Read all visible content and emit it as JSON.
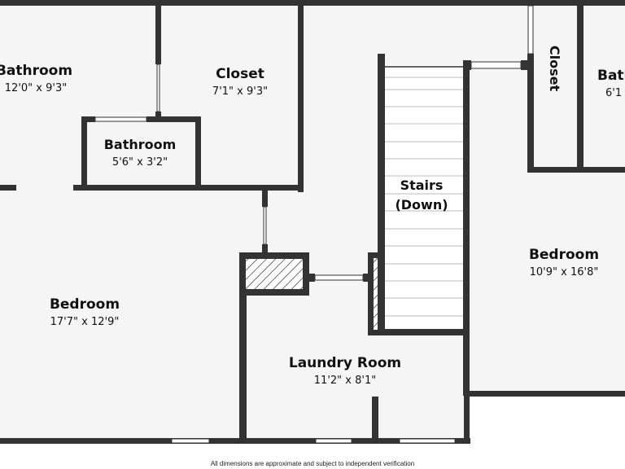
{
  "colors": {
    "wall": "#333333",
    "floor": "#f5f5f5",
    "window": "#ffffff",
    "text": "#111111"
  },
  "rooms": {
    "bathroom_nw": {
      "name": "Bathroom",
      "dims": "12'0\" x 9'3\""
    },
    "closet_n": {
      "name": "Closet",
      "dims": "7'1\" x 9'3\""
    },
    "bathroom_small": {
      "name": "Bathroom",
      "dims": "5'6\" x 3'2\""
    },
    "stairs": {
      "name_line1": "Stairs",
      "name_line2": "(Down)"
    },
    "closet_ne": {
      "name": "Closet"
    },
    "bathroom_ne": {
      "name": "Bath",
      "dims": "6'1"
    },
    "bedroom_w": {
      "name": "Bedroom",
      "dims": "17'7\" x 12'9\""
    },
    "bedroom_e": {
      "name": "Bedroom",
      "dims": "10'9\" x 16'8\""
    },
    "laundry": {
      "name": "Laundry Room",
      "dims": "11'2\" x 8'1\""
    }
  },
  "footer": {
    "note": "All dimensions are approximate and subject to independent verification"
  }
}
